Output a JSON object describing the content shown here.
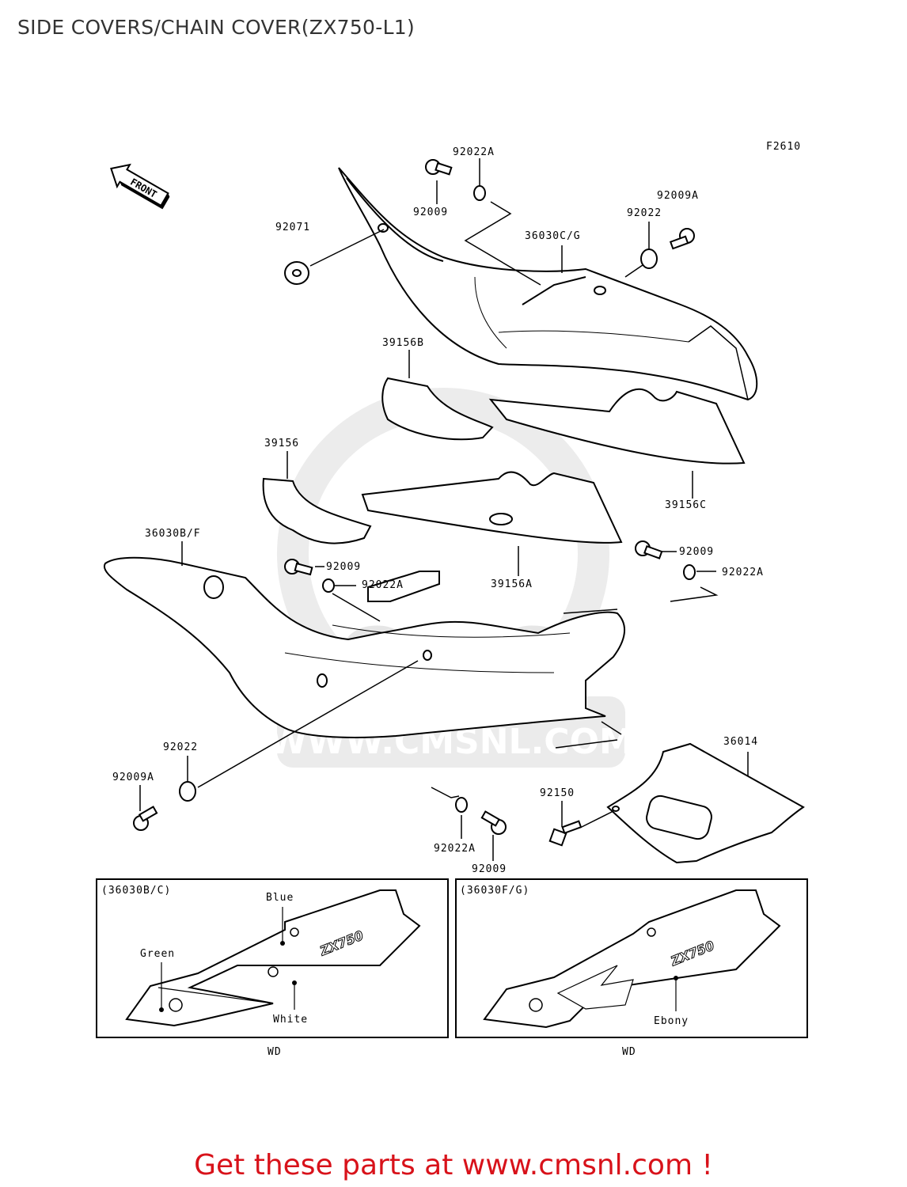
{
  "page": {
    "title": "SIDE COVERS/CHAIN COVER(ZX750-L1)",
    "figure_code": "F2610",
    "footer_link": "Get these parts at www.cmsnl.com !"
  },
  "front_arrow": {
    "label": "FRONT"
  },
  "watermark": {
    "brand": "CMS",
    "url": "WWW.CMSNL.COM"
  },
  "parts": {
    "p92022A_top": "92022A",
    "p92009_top": "92009",
    "p92071": "92071",
    "p36030CG": "36030C/G",
    "p92009A_top": "92009A",
    "p92022_top": "92022",
    "p39156B": "39156B",
    "p39156": "39156",
    "p39156C": "39156C",
    "p36030BF": "36030B/F",
    "p92009_mid": "92009",
    "p92022A_mid": "92022A",
    "p39156A": "39156A",
    "p92009_right": "92009",
    "p92022A_right": "92022A",
    "p92022_bottom": "92022",
    "p92009A_bottom": "92009A",
    "p36014": "36014",
    "p92150": "92150",
    "p92022A_bottom": "92022A",
    "p92009_bottom": "92009"
  },
  "variants": {
    "left": {
      "heading": "(36030B/C)",
      "colors": [
        "Blue",
        "Green",
        "White"
      ],
      "code": "WD",
      "decal": "ZX750"
    },
    "right": {
      "heading": "(36030F/G)",
      "colors": [
        "Ebony"
      ],
      "code": "WD",
      "decal": "ZX750"
    }
  }
}
